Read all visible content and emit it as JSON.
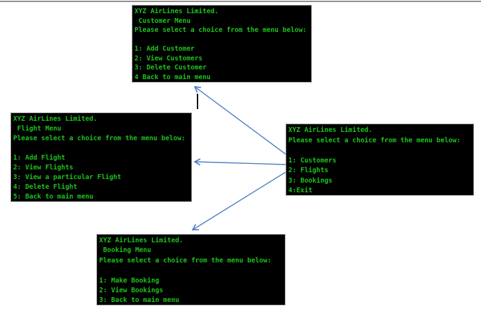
{
  "colors": {
    "background": "#ffffff",
    "terminal_bg": "#000000",
    "terminal_text": "#1cc41c",
    "terminal_border": "#a6a6a6",
    "arrow": "#4e7fc1",
    "cursor": "#000000",
    "top_rule": "#919191"
  },
  "menus": {
    "customer_menu": {
      "title": "Customer Menu",
      "lines": [
        "XYZ AirLines Limited.",
        " Customer Menu",
        "Please select a choice from the menu below:",
        "",
        "1: Add Customer",
        "2: View Customers",
        "3: Delete Customer",
        "4 Back to main menu"
      ]
    },
    "flight_menu": {
      "title": "Flight Menu",
      "lines": [
        "XYZ AirLines Limited.",
        " Flight Menu",
        "Please select a choice from the menu below:",
        "",
        "1: Add Flight",
        "2: View Flights",
        "3: View a particular Flight",
        "4: Delete Flight",
        "5: Back to main menu"
      ]
    },
    "main_menu": {
      "title": "Main Menu",
      "lines": [
        "XYZ AirLines Limited.",
        "Please select a choice from the menu below:",
        "",
        "1: Customers",
        "2: Flights",
        "3: Bookings",
        "4:Exit"
      ]
    },
    "booking_menu": {
      "title": "Booking Menu",
      "lines": [
        "XYZ AirLines Limited.",
        " Booking Menu",
        "Please select a choice from the menu below:",
        "",
        "1: Make Booking",
        "2: View Bookings",
        "3: Back to main menu"
      ]
    }
  },
  "connectors": [
    {
      "from": "main_menu",
      "to": "customer_menu"
    },
    {
      "from": "main_menu",
      "to": "flight_menu"
    },
    {
      "from": "main_menu",
      "to": "booking_menu"
    }
  ]
}
